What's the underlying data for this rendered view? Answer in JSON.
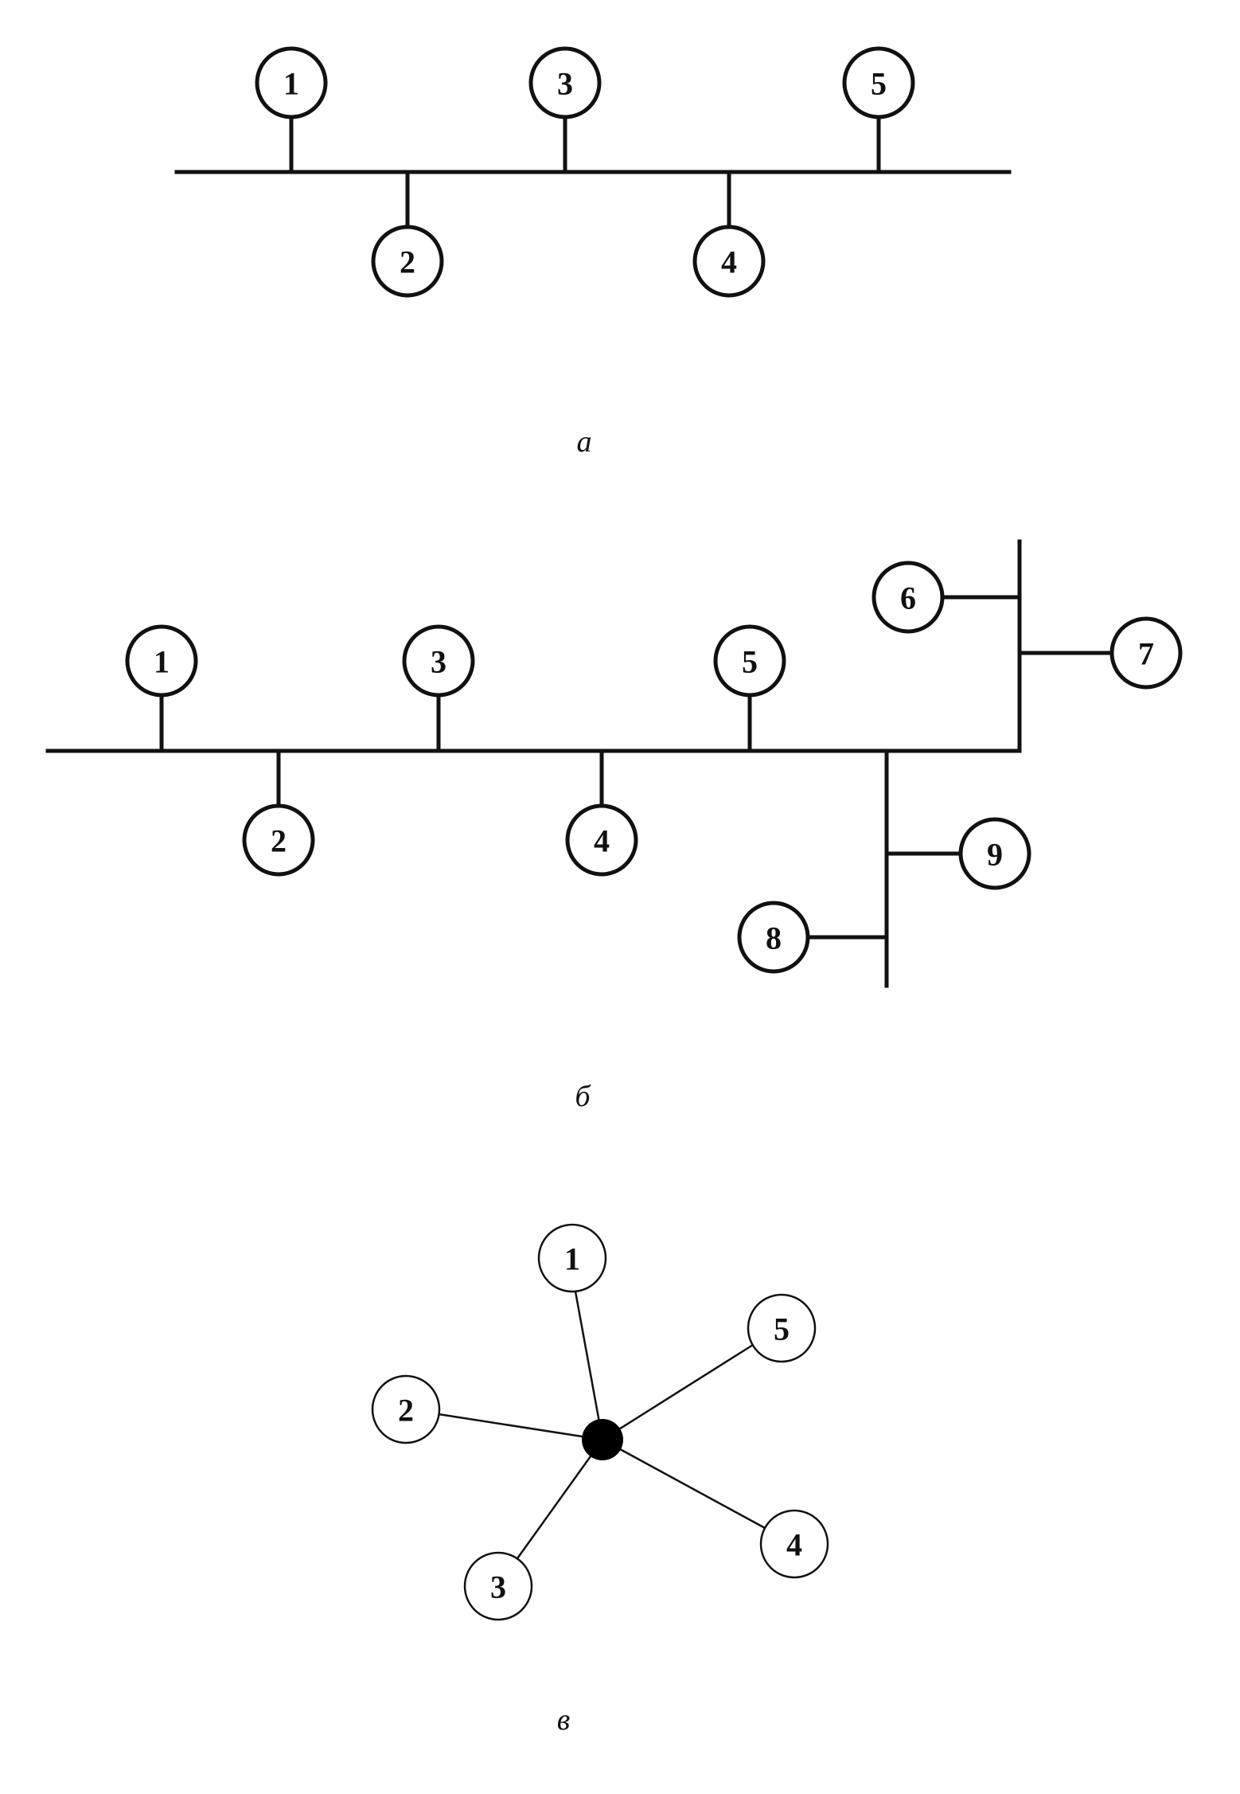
{
  "diagrams": [
    {
      "caption": "а",
      "nodes": [
        "1",
        "2",
        "3",
        "4",
        "5"
      ]
    },
    {
      "caption": "б",
      "nodes": [
        "1",
        "2",
        "3",
        "4",
        "5",
        "6",
        "7",
        "8",
        "9"
      ]
    },
    {
      "caption": "в",
      "nodes": [
        "1",
        "2",
        "3",
        "4",
        "5"
      ]
    }
  ],
  "colors": {
    "ink": "#111111",
    "background": "#ffffff",
    "hub": "#000000"
  }
}
